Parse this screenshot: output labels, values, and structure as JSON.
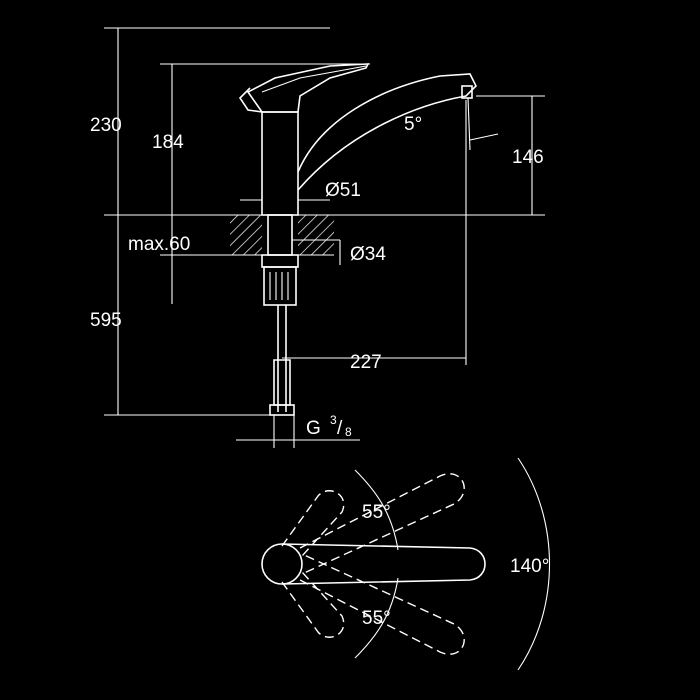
{
  "dimensions": {
    "height_total": "230",
    "height_spout": "184",
    "spout_angle": "5°",
    "spout_height": "146",
    "base_diameter": "Ø51",
    "max_counter": "max.60",
    "hole_diameter": "Ø34",
    "hose_length": "595",
    "reach": "227",
    "thread_main": "G",
    "thread_num": "3",
    "thread_den": "8"
  },
  "top_view": {
    "angle_upper": "55°",
    "angle_lower": "55°",
    "angle_total": "140°"
  },
  "colors": {
    "background": "#000000",
    "line": "#ffffff"
  }
}
